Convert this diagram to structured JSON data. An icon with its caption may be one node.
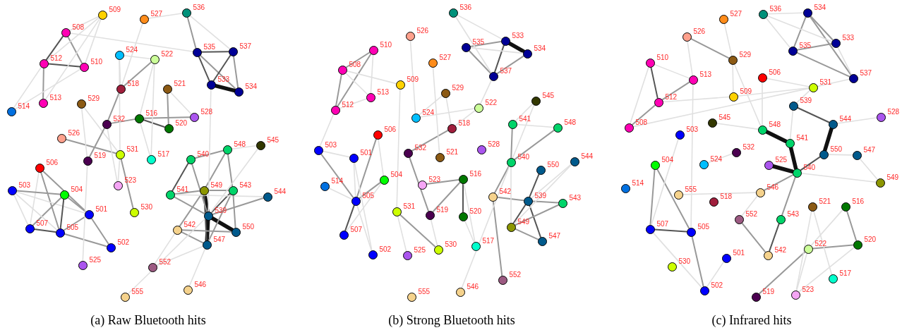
{
  "diagram": {
    "nodes": [
      {
        "text": [],
        "shape": "circle",
        "beside": [
          "509"
        ]
      },
      {
        "text": [],
        "shape": "circle",
        "beside": [
          "527"
        ]
      },
      {
        "text": [],
        "shape": "circle",
        "beside": [
          "536"
        ]
      },
      {
        "text": [],
        "shape": "circle",
        "beside": [
          "508"
        ]
      },
      {
        "text": [],
        "shape": "circle",
        "beside": [
          "535"
        ]
      },
      {
        "text": [],
        "shape": "circle",
        "beside": [
          "537"
        ]
      },
      {
        "text": [],
        "shape": "circle",
        "beside": [
          "524"
        ]
      },
      {
        "text": [],
        "shape": "circle",
        "beside": [
          "522"
        ]
      },
      {
        "text": [],
        "shape": "circle",
        "beside": [
          "512"
        ]
      },
      {
        "text": [],
        "shape": "circle",
        "beside": [
          "510"
        ]
      },
      {
        "text": [],
        "shape": "circle",
        "beside": [
          "533"
        ]
      },
      {
        "text": [],
        "shape": "circle",
        "beside": [
          "518"
        ]
      },
      {
        "text": [],
        "shape": "circle",
        "beside": [
          "521"
        ]
      },
      {
        "text": [],
        "shape": "circle",
        "beside": [
          "534"
        ]
      },
      {
        "text": [],
        "shape": "circle",
        "beside": [
          "513"
        ]
      },
      {
        "text": [],
        "shape": "circle",
        "beside": [
          "529"
        ]
      },
      {
        "text": [],
        "shape": "circle",
        "beside": [
          "514"
        ]
      },
      {
        "text": [],
        "shape": "circle",
        "beside": [
          "528"
        ]
      },
      {
        "text": [],
        "shape": "circle",
        "beside": [
          "516"
        ]
      },
      {
        "text": [],
        "shape": "circle",
        "beside": [
          "532"
        ]
      },
      {
        "text": [],
        "shape": "circle",
        "beside": [
          "520"
        ]
      },
      {
        "text": [],
        "shape": "circle",
        "beside": [
          "526"
        ]
      },
      {
        "text": [],
        "shape": "circle",
        "beside": [
          "545"
        ]
      },
      {
        "text": [],
        "shape": "circle",
        "beside": [
          "548"
        ]
      },
      {
        "text": [],
        "shape": "circle",
        "beside": [
          "531"
        ]
      },
      {
        "text": [],
        "shape": "circle",
        "beside": [
          "517"
        ]
      },
      {
        "text": [],
        "shape": "circle",
        "beside": [
          "540"
        ]
      },
      {
        "text": [],
        "shape": "circle",
        "beside": [
          "519"
        ]
      },
      {
        "text": [],
        "shape": "circle",
        "beside": [
          "506"
        ]
      },
      {
        "text": [],
        "shape": "circle",
        "beside": [
          "523"
        ]
      },
      {
        "text": [],
        "shape": "circle",
        "beside": [
          "503"
        ]
      },
      {
        "text": [],
        "shape": "circle",
        "beside": [
          "549"
        ]
      },
      {
        "text": [],
        "shape": "circle",
        "beside": [
          "543"
        ]
      },
      {
        "text": [],
        "shape": "circle",
        "beside": [
          "504"
        ]
      },
      {
        "text": [],
        "shape": "circle",
        "beside": [
          "541"
        ]
      },
      {
        "text": [],
        "shape": "circle",
        "beside": [
          "544"
        ]
      },
      {
        "text": [],
        "shape": "circle",
        "beside": [
          "530"
        ]
      },
      {
        "text": [],
        "shape": "circle",
        "beside": [
          "501"
        ]
      },
      {
        "text": [],
        "shape": "circle",
        "beside": [
          "539"
        ]
      },
      {
        "text": [],
        "shape": "circle",
        "beside": [
          "507"
        ]
      },
      {
        "text": [],
        "shape": "circle",
        "beside": [
          "542"
        ]
      },
      {
        "text": [],
        "shape": "circle",
        "beside": [
          "550"
        ]
      },
      {
        "text": [],
        "shape": "circle",
        "beside": [
          "505"
        ]
      },
      {
        "text": [],
        "shape": "circle",
        "beside": [
          "547"
        ]
      },
      {
        "text": [],
        "shape": "circle",
        "beside": [
          "502"
        ]
      },
      {
        "text": [],
        "shape": "circle",
        "beside": [
          "525"
        ]
      },
      {
        "text": [],
        "shape": "circle",
        "beside": [
          "552"
        ]
      },
      {
        "text": [],
        "shape": "circle",
        "beside": [
          "546"
        ]
      },
      {
        "text": [],
        "shape": "circle",
        "beside": [
          "555"
        ]
      },
      {
        "text": [],
        "shape": "circle",
        "beside": [
          "536"
        ]
      },
      {
        "text": [],
        "shape": "circle",
        "beside": [
          "533"
        ]
      },
      {
        "text": [],
        "shape": "circle",
        "beside": [
          "535"
        ]
      },
      {
        "text": [],
        "shape": "circle",
        "beside": [
          "526"
        ]
      },
      {
        "text": [],
        "shape": "circle",
        "beside": [
          "510"
        ]
      },
      {
        "text": [],
        "shape": "circle",
        "beside": [
          "534"
        ]
      },
      {
        "text": [],
        "shape": "circle",
        "beside": [
          "527"
        ]
      },
      {
        "text": [],
        "shape": "circle",
        "beside": [
          "508"
        ]
      },
      {
        "text": [],
        "shape": "circle",
        "beside": [
          "537"
        ]
      },
      {
        "text": [],
        "shape": "circle",
        "beside": [
          "509"
        ]
      },
      {
        "text": [],
        "shape": "circle",
        "beside": [
          "529"
        ]
      },
      {
        "text": [],
        "shape": "circle",
        "beside": [
          "513"
        ]
      },
      {
        "text": [],
        "shape": "circle",
        "beside": [
          "545"
        ]
      },
      {
        "text": [],
        "shape": "circle",
        "beside": [
          "522"
        ]
      },
      {
        "text": [],
        "shape": "circle",
        "beside": [
          "512"
        ]
      },
      {
        "text": [],
        "shape": "circle",
        "beside": [
          "524"
        ]
      },
      {
        "text": [],
        "shape": "circle",
        "beside": [
          "541"
        ]
      },
      {
        "text": [],
        "shape": "circle",
        "beside": [
          "548"
        ]
      },
      {
        "text": [],
        "shape": "circle",
        "beside": [
          "518"
        ]
      },
      {
        "text": [],
        "shape": "circle",
        "beside": [
          "506"
        ]
      },
      {
        "text": [],
        "shape": "circle",
        "beside": [
          "528"
        ]
      },
      {
        "text": [],
        "shape": "circle",
        "beside": [
          "503"
        ]
      },
      {
        "text": [],
        "shape": "circle",
        "beside": [
          "532"
        ]
      },
      {
        "text": [],
        "shape": "circle",
        "beside": [
          "521"
        ]
      },
      {
        "text": [],
        "shape": "circle",
        "beside": [
          "501"
        ]
      },
      {
        "text": [],
        "shape": "circle",
        "beside": [
          "544"
        ]
      },
      {
        "text": [],
        "shape": "circle",
        "beside": [
          "540"
        ]
      },
      {
        "text": [],
        "shape": "circle",
        "beside": [
          "550"
        ]
      },
      {
        "text": [],
        "shape": "circle",
        "beside": [
          "516"
        ]
      },
      {
        "text": [],
        "shape": "circle",
        "beside": [
          "504"
        ]
      },
      {
        "text": [],
        "shape": "circle",
        "beside": [
          "523"
        ]
      },
      {
        "text": [],
        "shape": "circle",
        "beside": [
          "514"
        ]
      },
      {
        "text": [],
        "shape": "circle",
        "beside": [
          "542"
        ]
      },
      {
        "text": [],
        "shape": "circle",
        "beside": [
          "505"
        ]
      },
      {
        "text": [],
        "shape": "circle",
        "beside": [
          "539"
        ]
      },
      {
        "text": [],
        "shape": "circle",
        "beside": [
          "543"
        ]
      },
      {
        "text": [],
        "shape": "circle",
        "beside": [
          "531"
        ]
      },
      {
        "text": [],
        "shape": "circle",
        "beside": [
          "519"
        ]
      },
      {
        "text": [],
        "shape": "circle",
        "beside": [
          "520"
        ]
      },
      {
        "text": [],
        "shape": "circle",
        "beside": [
          "549"
        ]
      },
      {
        "text": [],
        "shape": "circle",
        "beside": [
          "507"
        ]
      },
      {
        "text": [],
        "shape": "circle",
        "beside": [
          "547"
        ]
      },
      {
        "text": [],
        "shape": "circle",
        "beside": [
          "517"
        ]
      },
      {
        "text": [],
        "shape": "circle",
        "beside": [
          "530"
        ]
      },
      {
        "text": [],
        "shape": "circle",
        "beside": [
          "502"
        ]
      },
      {
        "text": [],
        "shape": "circle",
        "beside": [
          "525"
        ]
      },
      {
        "text": [],
        "shape": "circle",
        "beside": [
          "552"
        ]
      },
      {
        "text": [],
        "shape": "circle",
        "beside": [
          "546"
        ]
      },
      {
        "text": [],
        "shape": "circle",
        "beside": [
          "555"
        ]
      },
      {
        "text": [],
        "shape": "circle",
        "beside": [
          "534"
        ]
      },
      {
        "text": [],
        "shape": "circle",
        "beside": [
          "536"
        ]
      },
      {
        "text": [],
        "shape": "circle",
        "beside": [
          "527"
        ]
      },
      {
        "text": [],
        "shape": "circle",
        "beside": [
          "526"
        ]
      },
      {
        "text": [],
        "shape": "circle",
        "beside": [
          "533"
        ]
      },
      {
        "text": [],
        "shape": "circle",
        "beside": [
          "535"
        ]
      },
      {
        "text": [],
        "shape": "circle",
        "beside": [
          "529"
        ]
      },
      {
        "text": [],
        "shape": "circle",
        "beside": [
          "510"
        ]
      },
      {
        "text": [],
        "shape": "circle",
        "beside": [
          "506"
        ]
      },
      {
        "text": [],
        "shape": "circle",
        "beside": [
          "537"
        ]
      },
      {
        "text": [],
        "shape": "circle",
        "beside": [
          "513"
        ]
      },
      {
        "text": [],
        "shape": "circle",
        "beside": [
          "531"
        ]
      },
      {
        "text": [],
        "shape": "circle",
        "beside": [
          "509"
        ]
      },
      {
        "text": [],
        "shape": "circle",
        "beside": [
          "512"
        ]
      },
      {
        "text": [],
        "shape": "circle",
        "beside": [
          "539"
        ]
      },
      {
        "text": [],
        "shape": "circle",
        "beside": [
          "528"
        ]
      },
      {
        "text": [],
        "shape": "circle",
        "beside": [
          "545"
        ]
      },
      {
        "text": [],
        "shape": "circle",
        "beside": [
          "544"
        ]
      },
      {
        "text": [],
        "shape": "circle",
        "beside": [
          "508"
        ]
      },
      {
        "text": [],
        "shape": "circle",
        "beside": [
          "548"
        ]
      },
      {
        "text": [],
        "shape": "circle",
        "beside": [
          "503"
        ]
      },
      {
        "text": [],
        "shape": "circle",
        "beside": [
          "541"
        ]
      },
      {
        "text": [],
        "shape": "circle",
        "beside": [
          "532"
        ]
      },
      {
        "text": [],
        "shape": "circle",
        "beside": [
          "550"
        ]
      },
      {
        "text": [],
        "shape": "circle",
        "beside": [
          "547"
        ]
      },
      {
        "text": [],
        "shape": "circle",
        "beside": [
          "524"
        ]
      },
      {
        "text": [],
        "shape": "circle",
        "beside": [
          "504"
        ]
      },
      {
        "text": [],
        "shape": "circle",
        "beside": [
          "525"
        ]
      },
      {
        "text": [],
        "shape": "circle",
        "beside": [
          "540"
        ]
      },
      {
        "text": [],
        "shape": "circle",
        "beside": [
          "549"
        ]
      },
      {
        "text": [],
        "shape": "circle",
        "beside": [
          "514"
        ]
      },
      {
        "text": [],
        "shape": "circle",
        "beside": [
          "546"
        ]
      },
      {
        "text": [],
        "shape": "circle",
        "beside": [
          "555"
        ]
      },
      {
        "text": [],
        "shape": "circle",
        "beside": [
          "518"
        ]
      },
      {
        "text": [],
        "shape": "circle",
        "beside": [
          "521"
        ]
      },
      {
        "text": [],
        "shape": "circle",
        "beside": [
          "516"
        ]
      },
      {
        "text": [],
        "shape": "circle",
        "beside": [
          "552"
        ]
      },
      {
        "text": [],
        "shape": "circle",
        "beside": [
          "543"
        ]
      },
      {
        "text": [],
        "shape": "circle",
        "beside": [
          "507"
        ]
      },
      {
        "text": [],
        "shape": "circle",
        "beside": [
          "505"
        ]
      },
      {
        "text": [],
        "shape": "circle",
        "beside": [
          "520"
        ]
      },
      {
        "text": [],
        "shape": "circle",
        "beside": [
          "522"
        ]
      },
      {
        "text": [],
        "shape": "circle",
        "beside": [
          "542"
        ]
      },
      {
        "text": [],
        "shape": "circle",
        "beside": [
          "501"
        ]
      },
      {
        "text": [],
        "shape": "circle",
        "beside": [
          "530"
        ]
      },
      {
        "text": [],
        "shape": "circle",
        "beside": [
          "517"
        ]
      },
      {
        "text": [],
        "shape": "circle",
        "beside": [
          "502"
        ]
      },
      {
        "text": [],
        "shape": "circle",
        "beside": [
          "523"
        ]
      },
      {
        "text": [],
        "shape": "circle",
        "beside": [
          "519"
        ]
      }
    ],
    "edges": [
      {
        "from": 3,
        "to": 8,
        "arrow": "none",
        "color": "#555555"
      },
      {
        "from": 3,
        "to": 9,
        "arrow": "none",
        "color": "#999999"
      },
      {
        "from": 8,
        "to": 9,
        "arrow": "none",
        "color": "#555555"
      },
      {
        "from": 8,
        "to": 14,
        "arrow": "none",
        "color": "#999999"
      },
      {
        "from": 4,
        "to": 5,
        "arrow": "none",
        "color": "#555555"
      },
      {
        "from": 4,
        "to": 10,
        "arrow": "none",
        "color": "#555555"
      },
      {
        "from": 4,
        "to": 13,
        "arrow": "none",
        "color": "#999999"
      },
      {
        "from": 5,
        "to": 10,
        "arrow": "none",
        "color": "#555555"
      },
      {
        "from": 5,
        "to": 13,
        "arrow": "none",
        "color": "#999999"
      },
      {
        "from": 10,
        "to": 13,
        "arrow": "none",
        "style": "thick",
        "color": "#111111"
      },
      {
        "from": 2,
        "to": 4,
        "arrow": "none",
        "color": "#999999"
      },
      {
        "from": 2,
        "to": 5,
        "arrow": "none"
      },
      {
        "from": 11,
        "to": 7,
        "arrow": "none",
        "color": "#999999"
      },
      {
        "from": 11,
        "to": 19,
        "arrow": "none",
        "color": "#999999"
      },
      {
        "from": 18,
        "to": 20,
        "arrow": "none",
        "color": "#555555"
      },
      {
        "from": 18,
        "to": 17,
        "arrow": "none",
        "color": "#999999"
      },
      {
        "from": 19,
        "to": 18,
        "arrow": "none",
        "color": "#999999"
      },
      {
        "from": 12,
        "to": 20,
        "arrow": "none",
        "color": "#999999"
      },
      {
        "from": 24,
        "to": 36,
        "arrow": "none",
        "color": "#999999"
      },
      {
        "from": 21,
        "to": 24,
        "arrow": "none",
        "color": "#999999"
      },
      {
        "from": 28,
        "to": 42,
        "arrow": "none",
        "color": "#999999"
      },
      {
        "from": 28,
        "to": 39,
        "arrow": "none"
      },
      {
        "from": 28,
        "to": 37,
        "arrow": "none",
        "color": "#999999"
      },
      {
        "from": 30,
        "to": 33,
        "arrow": "none",
        "color": "#999999"
      },
      {
        "from": 30,
        "to": 37,
        "arrow": "none"
      },
      {
        "from": 30,
        "to": 39,
        "arrow": "none"
      },
      {
        "from": 33,
        "to": 39,
        "arrow": "none",
        "color": "#999999"
      },
      {
        "from": 33,
        "to": 42,
        "arrow": "none",
        "color": "#555555"
      },
      {
        "from": 39,
        "to": 42,
        "arrow": "none",
        "color": "#555555"
      },
      {
        "from": 33,
        "to": 37,
        "arrow": "none",
        "color": "#999999"
      },
      {
        "from": 42,
        "to": 37,
        "arrow": "none",
        "color": "#999999"
      },
      {
        "from": 42,
        "to": 44,
        "arrow": "none",
        "color": "#999999"
      },
      {
        "from": 37,
        "to": 44,
        "arrow": "none",
        "color": "#999999"
      },
      {
        "from": 30,
        "to": 42,
        "arrow": "none"
      },
      {
        "from": 31,
        "to": 38,
        "arrow": "none",
        "style": "thick",
        "color": "#111111"
      },
      {
        "from": 38,
        "to": 43,
        "arrow": "none",
        "style": "thick",
        "color": "#111111"
      },
      {
        "from": 38,
        "to": 41,
        "arrow": "none",
        "style": "thick",
        "color": "#111111"
      },
      {
        "from": 31,
        "to": 43,
        "arrow": "none",
        "color": "#555555"
      },
      {
        "from": 34,
        "to": 31,
        "arrow": "none",
        "color": "#999999"
      },
      {
        "from": 26,
        "to": 34,
        "arrow": "none",
        "color": "#555555"
      },
      {
        "from": 26,
        "to": 23,
        "arrow": "none",
        "color": "#999999"
      },
      {
        "from": 31,
        "to": 32,
        "arrow": "none",
        "color": "#999999"
      },
      {
        "from": 32,
        "to": 38,
        "arrow": "none",
        "color": "#555555"
      },
      {
        "from": 32,
        "to": 43,
        "arrow": "none",
        "color": "#999999"
      },
      {
        "from": 40,
        "to": 43,
        "arrow": "none",
        "color": "#999999"
      },
      {
        "from": 40,
        "to": 41,
        "arrow": "none",
        "color": "#999999"
      },
      {
        "from": 40,
        "to": 31,
        "arrow": "none",
        "color": "#999999"
      },
      {
        "from": 34,
        "to": 38,
        "arrow": "none",
        "color": "#999999"
      },
      {
        "from": 26,
        "to": 38,
        "arrow": "none",
        "color": "#999999"
      },
      {
        "from": 23,
        "to": 32,
        "arrow": "none",
        "color": "#999999"
      },
      {
        "from": 23,
        "to": 31,
        "arrow": "none",
        "color": "#999999"
      },
      {
        "from": 22,
        "to": 23,
        "arrow": "none"
      },
      {
        "from": 22,
        "to": 38,
        "arrow": "none"
      },
      {
        "from": 35,
        "to": 38,
        "arrow": "none",
        "color": "#999999"
      },
      {
        "from": 35,
        "to": 34,
        "arrow": "none"
      },
      {
        "from": 41,
        "to": 32,
        "arrow": "none",
        "color": "#999999"
      },
      {
        "from": 46,
        "to": 40,
        "arrow": "none"
      },
      {
        "from": 48,
        "to": 38,
        "arrow": "none"
      },
      {
        "from": 47,
        "to": 43,
        "arrow": "none"
      },
      {
        "from": 46,
        "to": 43,
        "arrow": "none"
      },
      {
        "from": 0,
        "to": 3,
        "arrow": "none"
      },
      {
        "from": 0,
        "to": 8,
        "arrow": "none"
      },
      {
        "from": 0,
        "to": 9,
        "arrow": "none"
      },
      {
        "from": 0,
        "to": 14,
        "arrow": "none"
      },
      {
        "from": 16,
        "to": 9,
        "arrow": "none"
      },
      {
        "from": 16,
        "to": 8,
        "arrow": "none"
      },
      {
        "from": 1,
        "to": 2,
        "arrow": "none"
      },
      {
        "from": 1,
        "to": 11,
        "arrow": "none"
      },
      {
        "from": 3,
        "to": 4,
        "arrow": "none"
      },
      {
        "from": 6,
        "to": 7,
        "arrow": "none"
      },
      {
        "from": 6,
        "to": 24,
        "arrow": "none"
      },
      {
        "from": 7,
        "to": 25,
        "arrow": "none"
      },
      {
        "from": 10,
        "to": 38,
        "arrow": "none"
      },
      {
        "from": 15,
        "to": 27,
        "arrow": "none"
      },
      {
        "from": 15,
        "to": 24,
        "arrow": "none"
      },
      {
        "from": 19,
        "to": 27,
        "arrow": "none",
        "color": "#999999"
      },
      {
        "from": 27,
        "to": 45,
        "arrow": "none"
      },
      {
        "from": 6,
        "to": 11,
        "arrow": "none"
      },
      {
        "from": 7,
        "to": 18,
        "arrow": "none"
      },
      {
        "from": 29,
        "to": 19,
        "arrow": "none"
      },
      {
        "from": 12,
        "to": 17,
        "arrow": "none"
      },
      {
        "from": 18,
        "to": 25,
        "arrow": "none"
      },
      {
        "from": 24,
        "to": 29,
        "arrow": "none"
      },
      {
        "from": 50,
        "to": 54,
        "arrow": "none",
        "style": "thick",
        "color": "#111111"
      },
      {
        "from": 50,
        "to": 57,
        "arrow": "none",
        "color": "#555555"
      },
      {
        "from": 51,
        "to": 50,
        "arrow": "none",
        "color": "#999999"
      },
      {
        "from": 51,
        "to": 57,
        "arrow": "none",
        "color": "#999999"
      },
      {
        "from": 57,
        "to": 54,
        "arrow": "none",
        "color": "#999999"
      },
      {
        "from": 51,
        "to": 54,
        "arrow": "none"
      },
      {
        "from": 49,
        "to": 50,
        "arrow": "none"
      },
      {
        "from": 49,
        "to": 57,
        "arrow": "none"
      },
      {
        "from": 53,
        "to": 56,
        "arrow": "none",
        "color": "#999999"
      },
      {
        "from": 56,
        "to": 63,
        "arrow": "none",
        "color": "#999999"
      },
      {
        "from": 53,
        "to": 63,
        "arrow": "none",
        "color": "#999999"
      },
      {
        "from": 53,
        "to": 60,
        "arrow": "none"
      },
      {
        "from": 56,
        "to": 58,
        "arrow": "none"
      },
      {
        "from": 56,
        "to": 60,
        "arrow": "none"
      },
      {
        "from": 60,
        "to": 63,
        "arrow": "none"
      },
      {
        "from": 63,
        "to": 70,
        "arrow": "none"
      },
      {
        "from": 58,
        "to": 85,
        "arrow": "none"
      },
      {
        "from": 67,
        "to": 71,
        "arrow": "none",
        "color": "#999999"
      },
      {
        "from": 67,
        "to": 62,
        "arrow": "none"
      },
      {
        "from": 64,
        "to": 59,
        "arrow": "none"
      },
      {
        "from": 59,
        "to": 67,
        "arrow": "none"
      },
      {
        "from": 65,
        "to": 66,
        "arrow": "none"
      },
      {
        "from": 66,
        "to": 75,
        "arrow": "none",
        "color": "#999999"
      },
      {
        "from": 65,
        "to": 75,
        "arrow": "none",
        "color": "#999999"
      },
      {
        "from": 61,
        "to": 65,
        "arrow": "none"
      },
      {
        "from": 61,
        "to": 75,
        "arrow": "none"
      },
      {
        "from": 70,
        "to": 82,
        "arrow": "none",
        "color": "#999999"
      },
      {
        "from": 70,
        "to": 73,
        "arrow": "none"
      },
      {
        "from": 73,
        "to": 82,
        "arrow": "none"
      },
      {
        "from": 82,
        "to": 78,
        "arrow": "none",
        "color": "#999999"
      },
      {
        "from": 82,
        "to": 89,
        "arrow": "none",
        "color": "#555555"
      },
      {
        "from": 89,
        "to": 78,
        "arrow": "none"
      },
      {
        "from": 68,
        "to": 82,
        "arrow": "none",
        "color": "#999999"
      },
      {
        "from": 68,
        "to": 78,
        "arrow": "none"
      },
      {
        "from": 80,
        "to": 82,
        "arrow": "none"
      },
      {
        "from": 93,
        "to": 82,
        "arrow": "none"
      },
      {
        "from": 93,
        "to": 73,
        "arrow": "none"
      },
      {
        "from": 71,
        "to": 86,
        "arrow": "none",
        "color": "#999999"
      },
      {
        "from": 79,
        "to": 77,
        "arrow": "none",
        "color": "#999999"
      },
      {
        "from": 77,
        "to": 87,
        "arrow": "none",
        "color": "#555555"
      },
      {
        "from": 77,
        "to": 86,
        "arrow": "none",
        "color": "#999999"
      },
      {
        "from": 85,
        "to": 92,
        "arrow": "none",
        "color": "#999999"
      },
      {
        "from": 85,
        "to": 94,
        "arrow": "none"
      },
      {
        "from": 86,
        "to": 92,
        "arrow": "none"
      },
      {
        "from": 91,
        "to": 87,
        "arrow": "none"
      },
      {
        "from": 91,
        "to": 77,
        "arrow": "none"
      },
      {
        "from": 76,
        "to": 83,
        "arrow": "none",
        "color": "#555555"
      },
      {
        "from": 83,
        "to": 88,
        "arrow": "none",
        "color": "#555555"
      },
      {
        "from": 83,
        "to": 90,
        "arrow": "none",
        "color": "#555555"
      },
      {
        "from": 88,
        "to": 90,
        "arrow": "none",
        "color": "#999999"
      },
      {
        "from": 81,
        "to": 83,
        "arrow": "none",
        "color": "#999999"
      },
      {
        "from": 83,
        "to": 84,
        "arrow": "none",
        "color": "#999999"
      },
      {
        "from": 88,
        "to": 84,
        "arrow": "none",
        "color": "#999999"
      },
      {
        "from": 75,
        "to": 81,
        "arrow": "none",
        "color": "#999999"
      },
      {
        "from": 81,
        "to": 95,
        "arrow": "none",
        "color": "#999999"
      },
      {
        "from": 74,
        "to": 88,
        "arrow": "none"
      },
      {
        "from": 74,
        "to": 83,
        "arrow": "none"
      },
      {
        "from": 96,
        "to": 75,
        "arrow": "none"
      },
      {
        "from": 75,
        "to": 88,
        "arrow": "none"
      },
      {
        "from": 52,
        "to": 64,
        "arrow": "none"
      },
      {
        "from": 55,
        "to": 72,
        "arrow": "none"
      },
      {
        "from": 62,
        "to": 57,
        "arrow": "none"
      },
      {
        "from": 64,
        "to": 62,
        "arrow": "none"
      },
      {
        "from": 99,
        "to": 98,
        "arrow": "none"
      },
      {
        "from": 98,
        "to": 103,
        "arrow": "none",
        "color": "#999999"
      },
      {
        "from": 98,
        "to": 102,
        "arrow": "none",
        "color": "#999999"
      },
      {
        "from": 98,
        "to": 107,
        "arrow": "none",
        "color": "#999999"
      },
      {
        "from": 103,
        "to": 102,
        "arrow": "none",
        "color": "#999999"
      },
      {
        "from": 103,
        "to": 107,
        "arrow": "none",
        "color": "#999999"
      },
      {
        "from": 102,
        "to": 107,
        "arrow": "none"
      },
      {
        "from": 99,
        "to": 103,
        "arrow": "none"
      },
      {
        "from": 99,
        "to": 102,
        "arrow": "none"
      },
      {
        "from": 105,
        "to": 111,
        "arrow": "none",
        "color": "#555555"
      },
      {
        "from": 111,
        "to": 116,
        "arrow": "none",
        "color": "#999999"
      },
      {
        "from": 105,
        "to": 116,
        "arrow": "none"
      },
      {
        "from": 105,
        "to": 108,
        "arrow": "none"
      },
      {
        "from": 108,
        "to": 111,
        "arrow": "none",
        "color": "#999999"
      },
      {
        "from": 108,
        "to": 137,
        "arrow": "none"
      },
      {
        "from": 101,
        "to": 104,
        "arrow": "none",
        "color": "#999999"
      },
      {
        "from": 101,
        "to": 108,
        "arrow": "none"
      },
      {
        "from": 100,
        "to": 104,
        "arrow": "none"
      },
      {
        "from": 104,
        "to": 110,
        "arrow": "none"
      },
      {
        "from": 104,
        "to": 117,
        "arrow": "none"
      },
      {
        "from": 110,
        "to": 111,
        "arrow": "none"
      },
      {
        "from": 110,
        "to": 109,
        "arrow": "none"
      },
      {
        "from": 116,
        "to": 109,
        "arrow": "none"
      },
      {
        "from": 106,
        "to": 109,
        "arrow": "none"
      },
      {
        "from": 109,
        "to": 107,
        "arrow": "none"
      },
      {
        "from": 112,
        "to": 115,
        "arrow": "none",
        "color": "#555555"
      },
      {
        "from": 115,
        "to": 121,
        "arrow": "none",
        "style": "thick",
        "color": "#111111"
      },
      {
        "from": 117,
        "to": 119,
        "arrow": "none",
        "style": "thick",
        "color": "#111111"
      },
      {
        "from": 119,
        "to": 126,
        "arrow": "none",
        "style": "thick",
        "color": "#111111"
      },
      {
        "from": 125,
        "to": 126,
        "arrow": "none",
        "style": "thick",
        "color": "#111111"
      },
      {
        "from": 121,
        "to": 126,
        "arrow": "none",
        "color": "#555555"
      },
      {
        "from": 126,
        "to": 129,
        "arrow": "none",
        "color": "#999999"
      },
      {
        "from": 126,
        "to": 135,
        "arrow": "none",
        "color": "#999999"
      },
      {
        "from": 135,
        "to": 140,
        "arrow": "none",
        "color": "#555555"
      },
      {
        "from": 134,
        "to": 140,
        "arrow": "none",
        "color": "#999999"
      },
      {
        "from": 112,
        "to": 119,
        "arrow": "none"
      },
      {
        "from": 114,
        "to": 117,
        "arrow": "none"
      },
      {
        "from": 124,
        "to": 136,
        "arrow": "none",
        "color": "#999999"
      },
      {
        "from": 124,
        "to": 137,
        "arrow": "none",
        "color": "#999999"
      },
      {
        "from": 136,
        "to": 137,
        "arrow": "none",
        "color": "#555555"
      },
      {
        "from": 136,
        "to": 144,
        "arrow": "none"
      },
      {
        "from": 137,
        "to": 144,
        "arrow": "none",
        "color": "#999999"
      },
      {
        "from": 141,
        "to": 144,
        "arrow": "none"
      },
      {
        "from": 133,
        "to": 138,
        "arrow": "none",
        "color": "#999999"
      },
      {
        "from": 139,
        "to": 138,
        "arrow": "none",
        "color": "#999999"
      },
      {
        "from": 133,
        "to": 139,
        "arrow": "none"
      },
      {
        "from": 139,
        "to": 145,
        "arrow": "none"
      },
      {
        "from": 145,
        "to": 138,
        "arrow": "none"
      },
      {
        "from": 146,
        "to": 139,
        "arrow": "none",
        "color": "#999999"
      },
      {
        "from": 132,
        "to": 143,
        "arrow": "none"
      },
      {
        "from": 132,
        "to": 145,
        "arrow": "none"
      },
      {
        "from": 134,
        "to": 129,
        "arrow": "none"
      },
      {
        "from": 130,
        "to": 129,
        "arrow": "none"
      },
      {
        "from": 120,
        "to": 123,
        "arrow": "none"
      },
      {
        "from": 113,
        "to": 115,
        "arrow": "none"
      },
      {
        "from": 122,
        "to": 127,
        "arrow": "none"
      },
      {
        "from": 126,
        "to": 127,
        "arrow": "none"
      },
      {
        "from": 121,
        "to": 122,
        "arrow": "none"
      },
      {
        "from": 109,
        "to": 112,
        "arrow": "none"
      },
      {
        "from": 106,
        "to": 117,
        "arrow": "none"
      },
      {
        "from": 118,
        "to": 136,
        "arrow": "none"
      }
    ],
    "labels": [
      "(a) Raw Bluetooth hits",
      "(b) Strong Bluetooth hits",
      "(c) Infrared hits"
    ]
  }
}
